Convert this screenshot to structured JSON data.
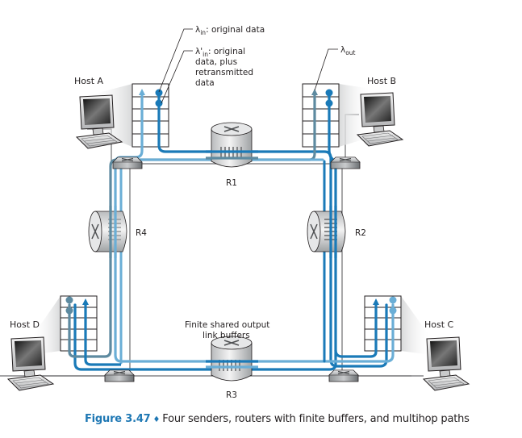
{
  "figure": {
    "number_label": "Figure 3.47",
    "separator": "♦",
    "caption": "Four senders, routers with finite buffers, and multihop paths"
  },
  "hosts": [
    {
      "id": "A",
      "label": "Host A"
    },
    {
      "id": "B",
      "label": "Host B"
    },
    {
      "id": "C",
      "label": "Host C"
    },
    {
      "id": "D",
      "label": "Host D"
    }
  ],
  "routers": [
    {
      "id": "R1",
      "label": "R1"
    },
    {
      "id": "R2",
      "label": "R2"
    },
    {
      "id": "R3",
      "label": "R3"
    },
    {
      "id": "R4",
      "label": "R4"
    }
  ],
  "annotations": {
    "lambda_in_symbol": "λ",
    "lambda_in_sub": "in",
    "lambda_in_text": ": original data",
    "lambda_in_prime_symbol": "λ'",
    "lambda_in_prime_sub": "in",
    "lambda_in_prime_line1": ": original",
    "lambda_in_prime_line2": "data, plus",
    "lambda_in_prime_line3": "retransmitted",
    "lambda_in_prime_line4": "data",
    "lambda_out_symbol": "λ",
    "lambda_out_sub": "out",
    "buffer_line1": "Finite shared output",
    "buffer_line2": "link buffers"
  },
  "colors": {
    "flow_dark": "#1a7ab8",
    "flow_light": "#6aaed6",
    "flow_slate": "#5d8aa0",
    "link": "#6d6e70",
    "caption_accent": "#1f78b4"
  }
}
